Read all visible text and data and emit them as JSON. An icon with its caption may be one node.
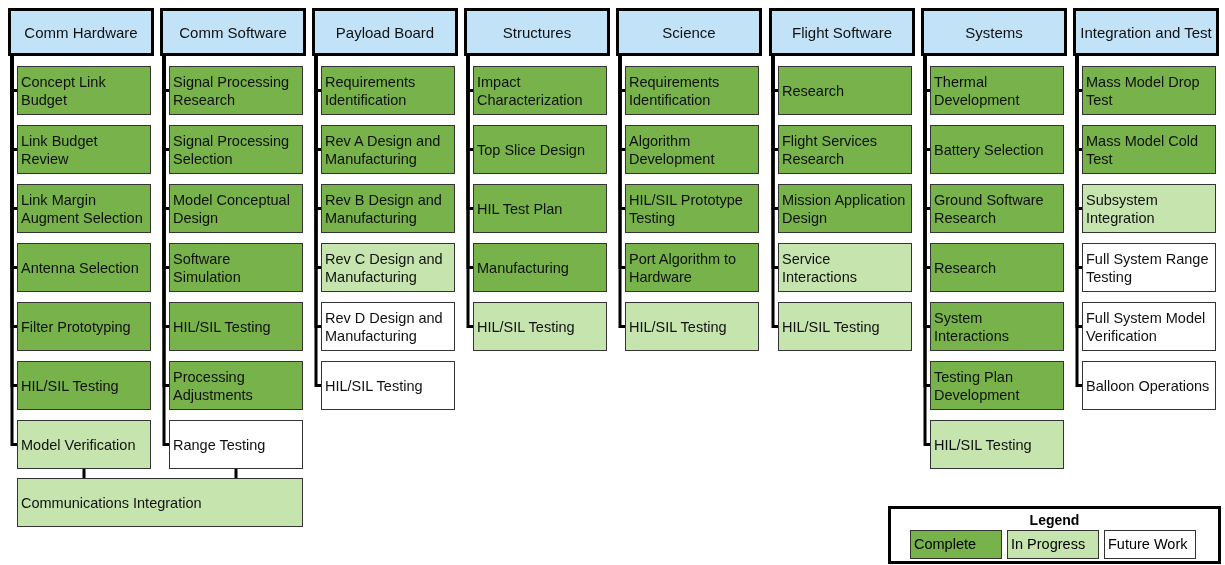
{
  "diagram": {
    "nodes": [
      {
        "text": [
          "Comm Hardware"
        ]
      },
      {
        "text": [
          "Concept Link Budget"
        ]
      },
      {
        "text": [
          "Link Budget Review"
        ]
      },
      {
        "text": [
          "Link Margin Augment Selection"
        ]
      },
      {
        "text": [
          "Antenna Selection"
        ]
      },
      {
        "text": [
          "Filter Prototyping"
        ]
      },
      {
        "text": [
          "HIL/SIL Testing"
        ]
      },
      {
        "text": [
          "Model Verification"
        ]
      },
      {
        "text": [
          "Comm Software"
        ]
      },
      {
        "text": [
          "Signal Processing Research"
        ]
      },
      {
        "text": [
          "Signal Processing Selection"
        ]
      },
      {
        "text": [
          "Model Conceptual Design"
        ]
      },
      {
        "text": [
          "Software Simulation"
        ]
      },
      {
        "text": [
          "HIL/SIL Testing"
        ]
      },
      {
        "text": [
          "Processing Adjustments"
        ]
      },
      {
        "text": [
          "Range Testing"
        ]
      },
      {
        "text": [
          "Payload Board"
        ]
      },
      {
        "text": [
          "Requirements Identification"
        ]
      },
      {
        "text": [
          "Rev A Design and Manufacturing"
        ]
      },
      {
        "text": [
          "Rev B Design and Manufacturing"
        ]
      },
      {
        "text": [
          "Rev C Design and Manufacturing"
        ]
      },
      {
        "text": [
          "Rev D Design and Manufacturing"
        ]
      },
      {
        "text": [
          "HIL/SIL Testing"
        ]
      },
      {
        "text": [
          "Structures"
        ]
      },
      {
        "text": [
          "Impact Characterization"
        ]
      },
      {
        "text": [
          "Top Slice Design"
        ]
      },
      {
        "text": [
          "HIL Test Plan"
        ]
      },
      {
        "text": [
          "Manufacturing"
        ]
      },
      {
        "text": [
          "HIL/SIL Testing"
        ]
      },
      {
        "text": [
          "Science"
        ]
      },
      {
        "text": [
          "Requirements Identification"
        ]
      },
      {
        "text": [
          "Algorithm Development"
        ]
      },
      {
        "text": [
          "HIL/SIL Prototype Testing"
        ]
      },
      {
        "text": [
          "Port Algorithm to Hardware"
        ]
      },
      {
        "text": [
          "HIL/SIL Testing"
        ]
      },
      {
        "text": [
          "Flight Software"
        ]
      },
      {
        "text": [
          "Research"
        ]
      },
      {
        "text": [
          "Flight Services Research"
        ]
      },
      {
        "text": [
          "Mission Application Design"
        ]
      },
      {
        "text": [
          "Service Interactions"
        ]
      },
      {
        "text": [
          "HIL/SIL Testing"
        ]
      },
      {
        "text": [
          "Systems"
        ]
      },
      {
        "text": [
          "Thermal Development"
        ]
      },
      {
        "text": [
          "Battery Selection"
        ]
      },
      {
        "text": [
          "Ground Software Research"
        ]
      },
      {
        "text": [
          "Research"
        ]
      },
      {
        "text": [
          "System Interactions"
        ]
      },
      {
        "text": [
          "Testing Plan Development"
        ]
      },
      {
        "text": [
          "HIL/SIL Testing"
        ]
      },
      {
        "text": [
          "Integration and Test"
        ]
      },
      {
        "text": [
          "Mass Model Drop Test"
        ]
      },
      {
        "text": [
          "Mass Model Cold Test"
        ]
      },
      {
        "text": [
          "Subsystem Integration"
        ]
      },
      {
        "text": [
          "Full System Range Testing"
        ]
      },
      {
        "text": [
          "Full System Model Verification"
        ]
      },
      {
        "text": [
          "Balloon Operations"
        ]
      },
      {
        "text": [
          "Communications Integration"
        ]
      }
    ],
    "edges": [
      {
        "from": 0,
        "to": 1,
        "arrow": "none"
      },
      {
        "from": 0,
        "to": 2,
        "arrow": "none"
      },
      {
        "from": 0,
        "to": 3,
        "arrow": "none"
      },
      {
        "from": 0,
        "to": 4,
        "arrow": "none"
      },
      {
        "from": 0,
        "to": 5,
        "arrow": "none"
      },
      {
        "from": 0,
        "to": 6,
        "arrow": "none"
      },
      {
        "from": 0,
        "to": 7,
        "arrow": "none"
      },
      {
        "from": 8,
        "to": 9,
        "arrow": "none"
      },
      {
        "from": 8,
        "to": 10,
        "arrow": "none"
      },
      {
        "from": 8,
        "to": 11,
        "arrow": "none"
      },
      {
        "from": 8,
        "to": 12,
        "arrow": "none"
      },
      {
        "from": 8,
        "to": 13,
        "arrow": "none"
      },
      {
        "from": 8,
        "to": 14,
        "arrow": "none"
      },
      {
        "from": 8,
        "to": 15,
        "arrow": "none"
      },
      {
        "from": 16,
        "to": 17,
        "arrow": "none"
      },
      {
        "from": 16,
        "to": 18,
        "arrow": "none"
      },
      {
        "from": 16,
        "to": 19,
        "arrow": "none"
      },
      {
        "from": 16,
        "to": 20,
        "arrow": "none"
      },
      {
        "from": 16,
        "to": 21,
        "arrow": "none"
      },
      {
        "from": 16,
        "to": 22,
        "arrow": "none"
      },
      {
        "from": 23,
        "to": 24,
        "arrow": "none"
      },
      {
        "from": 23,
        "to": 25,
        "arrow": "none"
      },
      {
        "from": 23,
        "to": 26,
        "arrow": "none"
      },
      {
        "from": 23,
        "to": 27,
        "arrow": "none"
      },
      {
        "from": 23,
        "to": 28,
        "arrow": "none"
      },
      {
        "from": 29,
        "to": 30,
        "arrow": "none"
      },
      {
        "from": 29,
        "to": 31,
        "arrow": "none"
      },
      {
        "from": 29,
        "to": 32,
        "arrow": "none"
      },
      {
        "from": 29,
        "to": 33,
        "arrow": "none"
      },
      {
        "from": 29,
        "to": 34,
        "arrow": "none"
      },
      {
        "from": 35,
        "to": 36,
        "arrow": "none"
      },
      {
        "from": 35,
        "to": 37,
        "arrow": "none"
      },
      {
        "from": 35,
        "to": 38,
        "arrow": "none"
      },
      {
        "from": 35,
        "to": 39,
        "arrow": "none"
      },
      {
        "from": 35,
        "to": 40,
        "arrow": "none"
      },
      {
        "from": 41,
        "to": 42,
        "arrow": "none"
      },
      {
        "from": 41,
        "to": 43,
        "arrow": "none"
      },
      {
        "from": 41,
        "to": 44,
        "arrow": "none"
      },
      {
        "from": 41,
        "to": 45,
        "arrow": "none"
      },
      {
        "from": 41,
        "to": 46,
        "arrow": "none"
      },
      {
        "from": 41,
        "to": 47,
        "arrow": "none"
      },
      {
        "from": 41,
        "to": 48,
        "arrow": "none"
      },
      {
        "from": 49,
        "to": 50,
        "arrow": "none"
      },
      {
        "from": 49,
        "to": 51,
        "arrow": "none"
      },
      {
        "from": 49,
        "to": 52,
        "arrow": "none"
      },
      {
        "from": 49,
        "to": 53,
        "arrow": "none"
      },
      {
        "from": 49,
        "to": 54,
        "arrow": "none"
      },
      {
        "from": 49,
        "to": 55,
        "arrow": "none"
      },
      {
        "from": 7,
        "to": 56,
        "arrow": "none"
      },
      {
        "from": 15,
        "to": 56,
        "arrow": "none"
      }
    ],
    "labels": [
      "Legend"
    ],
    "legend": [
      {
        "text": "Complete",
        "color": "#77b24a"
      },
      {
        "text": "In Progress",
        "color": "#c6e5ae"
      },
      {
        "text": "Future Work",
        "color": "#ffffff"
      }
    ]
  }
}
